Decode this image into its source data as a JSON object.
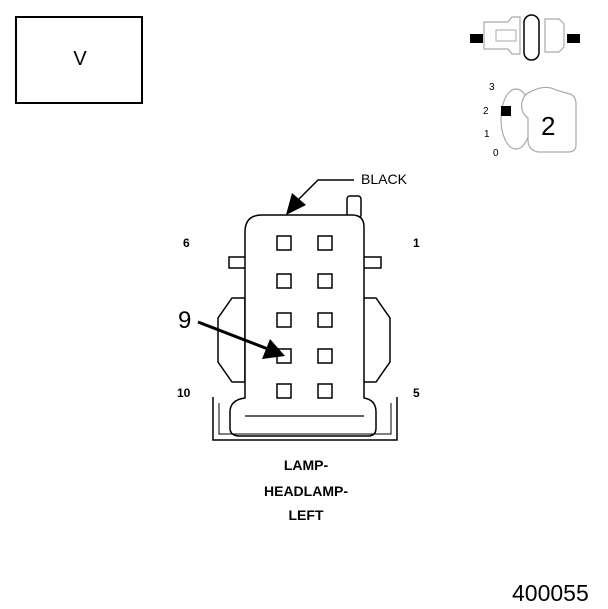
{
  "mode_box": {
    "label": "V"
  },
  "connector": {
    "wire_color_label": "BLACK",
    "pin_labels": {
      "top_left": "6",
      "top_right": "1",
      "bottom_left": "10",
      "bottom_right": "5"
    },
    "callout_pin": "9",
    "name_lines": [
      "LAMP-",
      "HEADLAMP-",
      "LEFT"
    ]
  },
  "key_switch": {
    "positions": [
      "3",
      "2",
      "1",
      "0"
    ],
    "selected_position": "2"
  },
  "figure_id": "400055"
}
